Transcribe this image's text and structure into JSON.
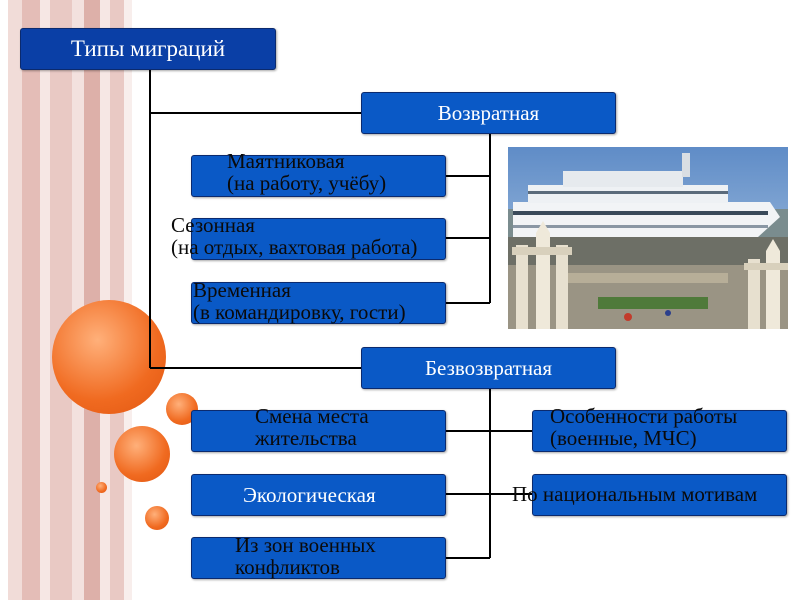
{
  "title": "Типы миграций",
  "returnable": {
    "label": "Возвратная",
    "items": [
      {
        "line1": "Маятниковая",
        "line2": "(на работу, учёбу)"
      },
      {
        "line1": "Сезонная",
        "line2": "(на отдых, вахтовая работа)"
      },
      {
        "line1": "Временная",
        "line2": "(в командировку, гости)"
      }
    ]
  },
  "nonreturnable": {
    "label": "Безвозвратная",
    "left_items": [
      {
        "line1": "Смена места",
        "line2": "жительства"
      },
      {
        "line1": "Экологическая"
      },
      {
        "line1": "Из зон военных",
        "line2": "конфликтов"
      }
    ],
    "right_items": [
      {
        "line1": "Особенности работы",
        "line2": "(военные, МЧС)"
      },
      {
        "line1": "По национальным мотивам"
      }
    ]
  },
  "colors": {
    "box_fill": "#0a59c6",
    "title_fill": "#0a3fa6",
    "connector": "#000000",
    "circle_accent": "#f26b21",
    "stripe_pink": "#e9c9c4"
  },
  "image": {
    "subject": "river-cruise-ship-at-pier"
  }
}
